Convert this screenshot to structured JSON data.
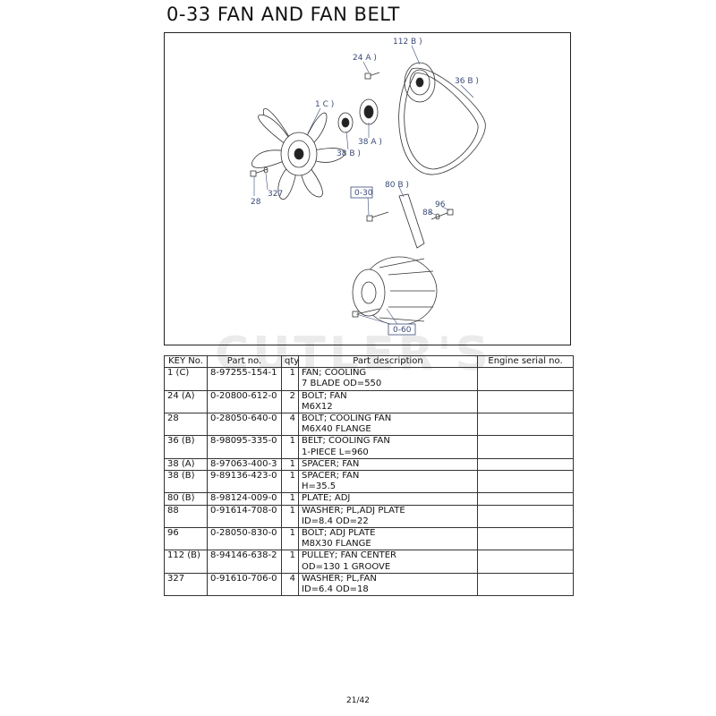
{
  "header": {
    "title": "0-33   FAN AND FAN BELT"
  },
  "diagram": {
    "callouts": [
      "112 B )",
      "24 A )",
      "36 B )",
      "1 C )",
      "38 A )",
      "38 B )",
      "28",
      "327",
      "0-30",
      "80 B )",
      "88",
      "96",
      "0-60"
    ]
  },
  "watermark": "CUTLER'S",
  "table": {
    "headers": [
      "KEY No.",
      "Part no.",
      "qty",
      "Part description",
      "Engine serial no."
    ],
    "rows": [
      {
        "key": "1 (C)",
        "part": "8-97255-154-1",
        "qty": "1",
        "desc1": "FAN; COOLING",
        "desc2": "7 BLADE OD=550"
      },
      {
        "key": "24 (A)",
        "part": "0-20800-612-0",
        "qty": "2",
        "desc1": "BOLT; FAN",
        "desc2": "M6X12"
      },
      {
        "key": "28",
        "part": "0-28050-640-0",
        "qty": "4",
        "desc1": "BOLT; COOLING FAN",
        "desc2": "M6X40 FLANGE"
      },
      {
        "key": "36 (B)",
        "part": "8-98095-335-0",
        "qty": "1",
        "desc1": "BELT; COOLING FAN",
        "desc2": "1-PIECE L=960"
      },
      {
        "key": "38 (A)",
        "part": "8-97063-400-3",
        "qty": "1",
        "desc1": "SPACER; FAN",
        "desc2": ""
      },
      {
        "key": "38 (B)",
        "part": "9-89136-423-0",
        "qty": "1",
        "desc1": "SPACER; FAN",
        "desc2": "H=35.5"
      },
      {
        "key": "80 (B)",
        "part": "8-98124-009-0",
        "qty": "1",
        "desc1": "PLATE; ADJ",
        "desc2": ""
      },
      {
        "key": "88",
        "part": "0-91614-708-0",
        "qty": "1",
        "desc1": "WASHER; PL,ADJ PLATE",
        "desc2": "ID=8.4 OD=22"
      },
      {
        "key": "96",
        "part": "0-28050-830-0",
        "qty": "1",
        "desc1": "BOLT; ADJ PLATE",
        "desc2": "M8X30 FLANGE"
      },
      {
        "key": "112 (B)",
        "part": "8-94146-638-2",
        "qty": "1",
        "desc1": "PULLEY; FAN CENTER",
        "desc2": "OD=130 1 GROOVE"
      },
      {
        "key": "327",
        "part": "0-91610-706-0",
        "qty": "4",
        "desc1": "WASHER; PL,FAN",
        "desc2": "ID=6.4 OD=18"
      }
    ]
  },
  "footer": {
    "page": "21/42"
  }
}
